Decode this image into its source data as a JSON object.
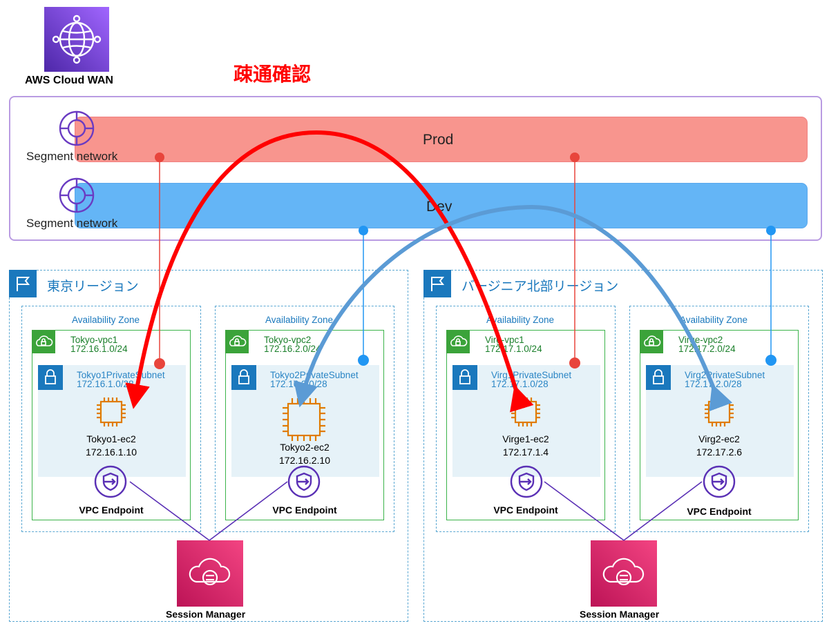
{
  "title": "疎通確認",
  "cloud_wan": {
    "label": "AWS Cloud WAN",
    "icon": "globe-network-icon",
    "color": "#8C4FFF"
  },
  "segments": [
    {
      "name": "Prod",
      "segment_label": "Segment network",
      "color": "#F8958E"
    },
    {
      "name": "Dev",
      "segment_label": "Segment network",
      "color": "#64B5F6"
    }
  ],
  "regions": [
    {
      "label": "東京リージョン",
      "azs": [
        {
          "az_label": "Availability Zone",
          "vpc_name": "Tokyo-vpc1",
          "vpc_cidr": "172.16.1.0/24",
          "subnet_name": "Tokyo1PrivateSubnet",
          "subnet_cidr": "172.16.1.0/28",
          "ec2_name": "Tokyo1-ec2",
          "ec2_ip": "172.16.1.10",
          "endpoint_label": "VPC Endpoint"
        },
        {
          "az_label": "Availability Zone",
          "vpc_name": "Tokyo-vpc2",
          "vpc_cidr": "172.16.2.0/24",
          "subnet_name": "Tokyo2PrivateSubnet",
          "subnet_cidr": "172.16.2.0/28",
          "ec2_name": "Tokyo2-ec2",
          "ec2_ip": "172.16.2.10",
          "endpoint_label": "VPC Endpoint"
        }
      ],
      "session_manager_label": "Session Manager"
    },
    {
      "label": "バージニア北部リージョン",
      "azs": [
        {
          "az_label": "Availability Zone",
          "vpc_name": "Virg-vpc1",
          "vpc_cidr": "172.17.1.0/24",
          "subnet_name": "Virg1PrivateSubnet",
          "subnet_cidr": "172.17.1.0/28",
          "ec2_name": "Virge1-ec2",
          "ec2_ip": "172.17.1.4",
          "endpoint_label": "VPC Endpoint"
        },
        {
          "az_label": "Availability Zone",
          "vpc_name": "Virge-vpc2",
          "vpc_cidr": "172.17.2.0/24",
          "subnet_name": "Virg2PrivateSubnet",
          "subnet_cidr": "172.17.2.0/28",
          "ec2_name": "Virg2-ec2",
          "ec2_ip": "172.17.2.6",
          "endpoint_label": "VPC Endpoint"
        }
      ],
      "session_manager_label": "Session Manager"
    }
  ],
  "colors": {
    "prod_arrow": "#FF0000",
    "dev_arrow": "#5B9BD5",
    "attach_prod": "#E8453C",
    "attach_dev": "#2196F3",
    "ec2": "#E07B00",
    "endpoint": "#5A30B5"
  }
}
